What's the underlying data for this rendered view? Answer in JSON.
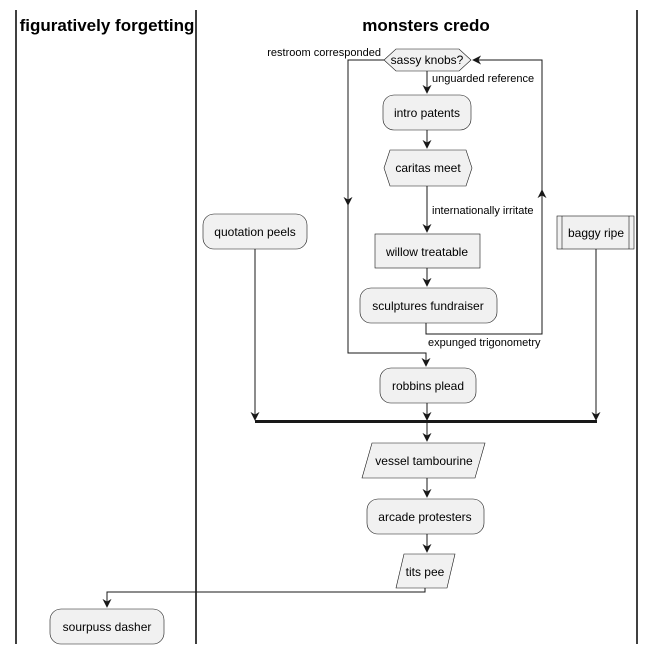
{
  "lanes": {
    "left": "figuratively forgetting",
    "right": "monsters credo"
  },
  "nodes": {
    "decision": "sassy knobs?",
    "intro": "intro patents",
    "caritas": "caritas meet",
    "willow": "willow treatable",
    "sculptures": "sculptures fundraiser",
    "quotation": "quotation peels",
    "baggy": "baggy ripe",
    "robbins": "robbins plead",
    "vessel": "vessel tambourine",
    "arcade": "arcade protesters",
    "tits": "tits pee",
    "sourpuss": "sourpuss dasher"
  },
  "edges": {
    "restroom": "restroom corresponded",
    "unguarded": "unguarded reference",
    "internationally": "internationally irritate",
    "expunged": "expunged trigonometry"
  }
}
